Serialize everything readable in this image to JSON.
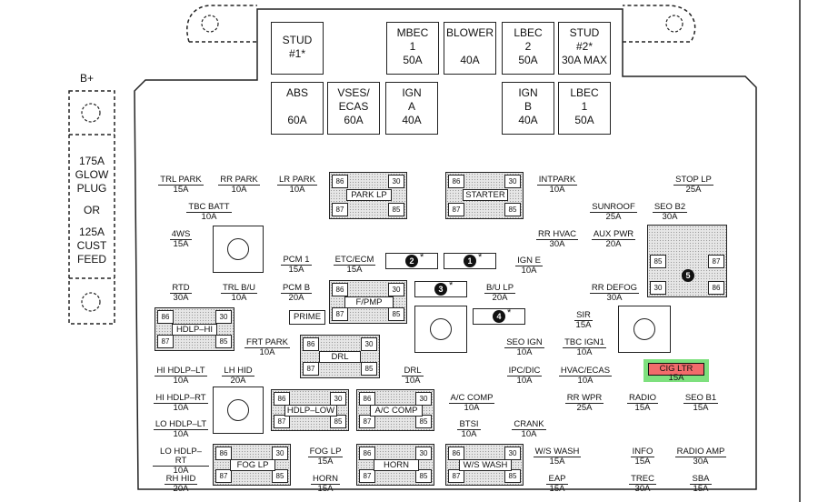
{
  "side_labels": {
    "bplus": "B+",
    "glow": [
      "175A",
      "GLOW",
      "PLUG"
    ],
    "or": "OR",
    "cust": [
      "125A",
      "CUST",
      "FEED"
    ]
  },
  "top_fuses": {
    "stud1": [
      "STUD",
      "#1*"
    ],
    "mbec1": [
      "MBEC",
      "1",
      "50A"
    ],
    "blower": [
      "BLOWER",
      "",
      "40A"
    ],
    "lbec2": [
      "LBEC",
      "2",
      "50A"
    ],
    "stud2": [
      "STUD",
      "#2*",
      "30A MAX"
    ],
    "abs": [
      "ABS",
      "",
      "60A"
    ],
    "vses": [
      "VSES/",
      "ECAS",
      "60A"
    ],
    "igna": [
      "IGN",
      "A",
      "40A"
    ],
    "ignb": [
      "IGN",
      "B",
      "40A"
    ],
    "lbec1": [
      "LBEC",
      "1",
      "50A"
    ]
  },
  "fuses": {
    "trl_park": [
      "TRL PARK",
      "15A"
    ],
    "rr_park": [
      "RR PARK",
      "10A"
    ],
    "lr_park": [
      "LR PARK",
      "10A"
    ],
    "tbc_batt": [
      "TBC BATT",
      "10A"
    ],
    "fws": [
      "4WS",
      "15A"
    ],
    "pcm1": [
      "PCM 1",
      "15A"
    ],
    "etc_ecm": [
      "ETC/ECM",
      "15A"
    ],
    "rtd": [
      "RTD",
      "30A"
    ],
    "trl_bu": [
      "TRL B/U",
      "10A"
    ],
    "pcm_b": [
      "PCM B",
      "20A"
    ],
    "frt_park": [
      "FRT PARK",
      "10A"
    ],
    "hi_hdlp_lt": [
      "HI HDLP–LT",
      "10A"
    ],
    "lh_hid": [
      "LH HID",
      "20A"
    ],
    "drl_f": [
      "DRL",
      "10A"
    ],
    "hi_hdlp_rt": [
      "HI HDLP–RT",
      "10A"
    ],
    "lo_hdlp_lt": [
      "LO HDLP–LT",
      "10A"
    ],
    "lo_hdlp_rt": [
      "LO HDLP–RT",
      "10A"
    ],
    "rh_hid": [
      "RH HID",
      "20A"
    ],
    "fog_lp_f": [
      "FOG LP",
      "15A"
    ],
    "horn_f": [
      "HORN",
      "15A"
    ],
    "ac_comp_f": [
      "A/C COMP",
      "10A"
    ],
    "btsi": [
      "BTSI",
      "10A"
    ],
    "crank": [
      "CRANK",
      "10A"
    ],
    "intpark": [
      "INTPARK",
      "10A"
    ],
    "stop_lp": [
      "STOP LP",
      "25A"
    ],
    "sunroof": [
      "SUNROOF",
      "25A"
    ],
    "seo_b2": [
      "SEO B2",
      "30A"
    ],
    "rr_hvac": [
      "RR HVAC",
      "30A"
    ],
    "aux_pwr": [
      "AUX PWR",
      "20A"
    ],
    "ign_e": [
      "IGN E",
      "10A"
    ],
    "bu_lp": [
      "B/U LP",
      "20A"
    ],
    "rr_defog": [
      "RR DEFOG",
      "30A"
    ],
    "sir": [
      "SIR",
      "15A"
    ],
    "seo_ign": [
      "SEO IGN",
      "10A"
    ],
    "tbc_ign1": [
      "TBC IGN1",
      "10A"
    ],
    "ipc_dic": [
      "IPC/DIC",
      "10A"
    ],
    "hvac_ecas": [
      "HVAC/ECAS",
      "10A"
    ],
    "cig_ltr": [
      "CIG LTR",
      "15A"
    ],
    "rr_wpr": [
      "RR WPR",
      "25A"
    ],
    "radio": [
      "RADIO",
      "15A"
    ],
    "seo_b1": [
      "SEO B1",
      "15A"
    ],
    "ws_wash": [
      "W/S WASH",
      "15A"
    ],
    "eap": [
      "EAP",
      "15A"
    ],
    "info": [
      "INFO",
      "15A"
    ],
    "radio_amp": [
      "RADIO AMP",
      "30A"
    ],
    "trec": [
      "TREC",
      "30A"
    ],
    "sba": [
      "SBA",
      "15A"
    ]
  },
  "relays": {
    "park_lp": "PARK LP",
    "starter": "STARTER",
    "f_pmp": "F/PMP",
    "hdlp_hi": "HDLP–HI",
    "drl": "DRL",
    "hdlp_low": "HDLP–LOW",
    "ac_comp": "A/C COMP",
    "fog_lp": "FOG LP",
    "horn": "HORN",
    "ws_wash": "W/S WASH"
  },
  "pins": {
    "p86": "86",
    "p30": "30",
    "p87": "87",
    "p85": "85"
  },
  "prime": "PRIME",
  "bullets": {
    "b1": "1",
    "b2": "2",
    "b3": "3",
    "b4": "4",
    "b5": "5"
  },
  "star": "*",
  "highlight": {
    "fuse": "CIG LTR",
    "color": "#f26b6b",
    "outline": "#7ee07e"
  }
}
